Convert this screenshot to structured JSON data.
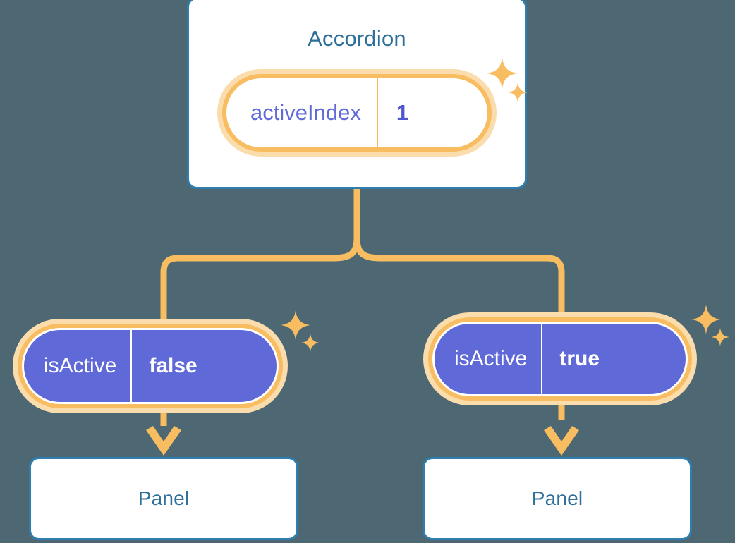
{
  "background_color": "#4d6873",
  "palette": {
    "card_border": "#2e7eb0",
    "card_fill": "#ffffff",
    "title_text": "#2e7099",
    "connector": "#f8bd60",
    "ring_outer": "#fbdcac",
    "ring_inner": "#f8bd60",
    "pill_purple": "#6069d8",
    "pill_value_text": "#4f56cf",
    "sparkle": "#f8bd60"
  },
  "diagram": {
    "root": {
      "title": "Accordion",
      "state_pill": {
        "key": "activeIndex",
        "value": "1",
        "style": "white"
      }
    },
    "branches": [
      {
        "state_pill": {
          "key": "isActive",
          "value": "false",
          "style": "purple"
        },
        "child": {
          "title": "Panel"
        }
      },
      {
        "state_pill": {
          "key": "isActive",
          "value": "true",
          "style": "purple"
        },
        "child": {
          "title": "Panel"
        }
      }
    ]
  },
  "icons": {
    "sparkle_large": "sparkle-four-point-icon",
    "sparkle_small": "sparkle-four-point-small-icon",
    "arrow_down": "arrow-down-icon"
  }
}
